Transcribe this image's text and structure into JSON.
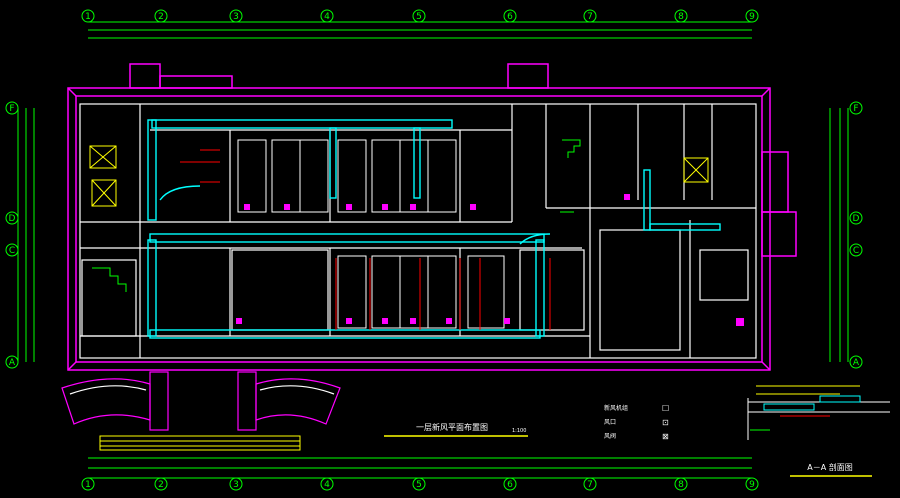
{
  "drawing": {
    "grid_axes_horizontal": [
      "1",
      "2",
      "3",
      "4",
      "5",
      "6",
      "7",
      "8",
      "9"
    ],
    "grid_axes_vertical": [
      "F",
      "D",
      "C",
      "A"
    ],
    "plan_title": "一层新风平面布置图",
    "plan_scale": "1:100",
    "section_title": "A－A 剖面图",
    "legend": {
      "items": [
        {
          "label": "新风机组",
          "symbol": "☐"
        },
        {
          "label": "风口",
          "symbol": "⊡"
        },
        {
          "label": "风阀",
          "symbol": "⊠"
        }
      ]
    },
    "colors": {
      "background": "#000000",
      "dimension": "#00ff00",
      "wall": "#ffffff",
      "outline": "#ff00ff",
      "duct": "#00ffff",
      "pipe": "#ff0000",
      "annotation": "#ffff00"
    }
  }
}
